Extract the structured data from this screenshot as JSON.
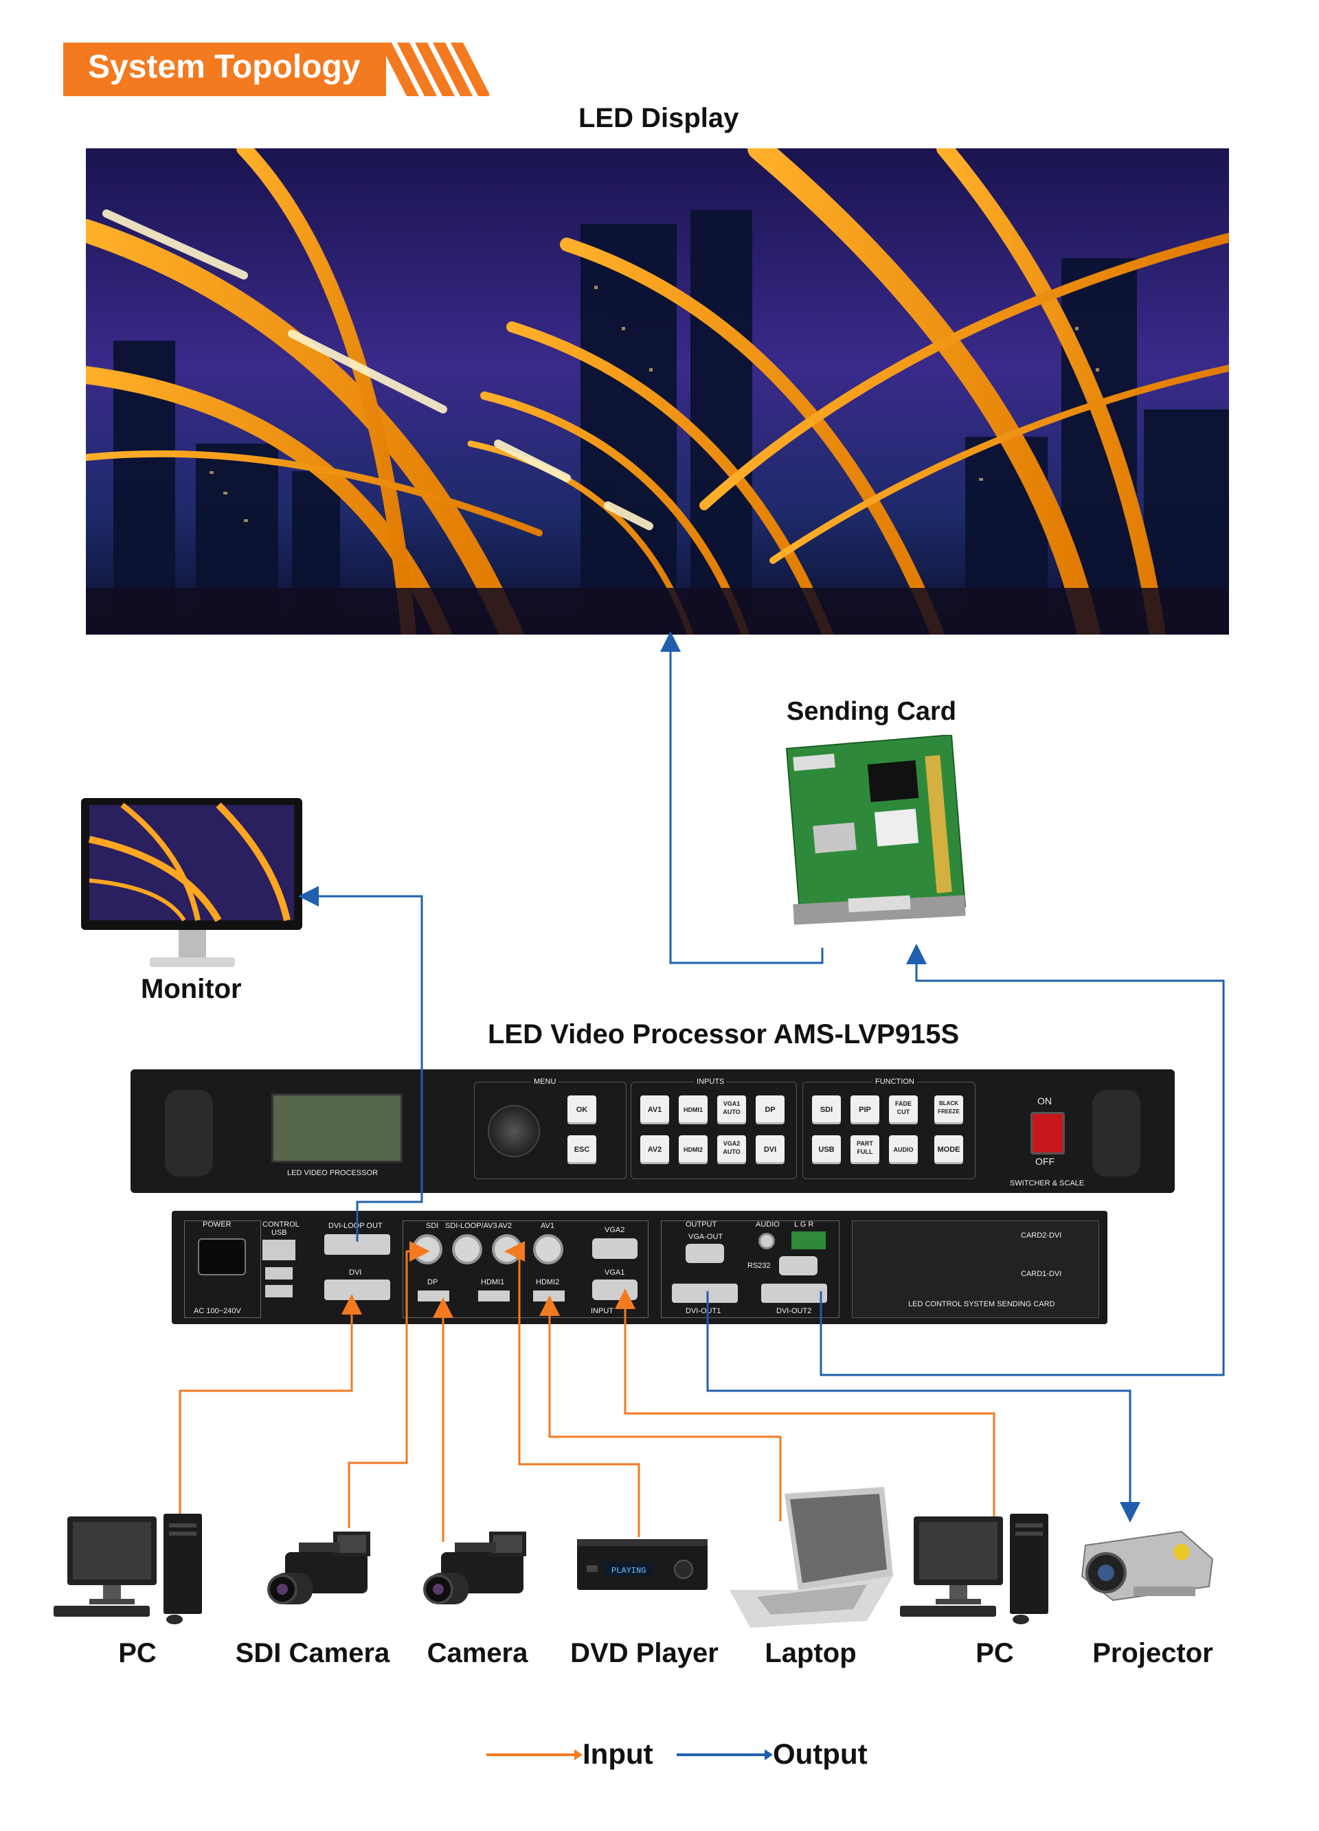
{
  "banner": {
    "title": "System Topology",
    "color": "#f47a20"
  },
  "led_display": {
    "label": "LED Display"
  },
  "sending_card": {
    "label": "Sending Card"
  },
  "monitor": {
    "label": "Monitor"
  },
  "processor": {
    "title": "LED Video Processor AMS-LVP915S",
    "front": {
      "screen_label": "LED VIDEO PROCESSOR",
      "menu_label": "MENU",
      "inputs_label": "INPUTS",
      "function_label": "FUNCTION",
      "menu_buttons": [
        "OK",
        "ESC"
      ],
      "input_buttons": [
        "AV1",
        "HDMI1",
        "VGA1 AUTO",
        "DP",
        "AV2",
        "HDMI2",
        "VGA2 AUTO",
        "DVI"
      ],
      "function_buttons": [
        "SDI",
        "PIP",
        "FADE CUT",
        "BLACK FREEZE",
        "USB",
        "PART FULL",
        "AUDIO",
        "MODE"
      ],
      "power_on": "ON",
      "power_off": "OFF",
      "switcher_label": "SWITCHER & SCALE"
    },
    "back": {
      "power": "POWER",
      "control": "CONTROL",
      "usb": "USB",
      "ac": "AC 100~240V",
      "dvi_loop_out": "DVI-LOOP OUT",
      "dvi": "DVI",
      "sdi": "SDI",
      "sdi_loop": "SDI-LOOP/AV3",
      "av2": "AV2",
      "av1": "AV1",
      "vga2": "VGA2",
      "vga1": "VGA1",
      "dp": "DP",
      "hdmi1": "HDMI1",
      "hdmi2": "HDMI2",
      "input": "INPUT",
      "output": "OUTPUT",
      "vga_out": "VGA-OUT",
      "audio": "AUDIO",
      "lgr": "L G R",
      "rs232": "RS232",
      "dvi_out1": "DVI-OUT1",
      "dvi_out2": "DVI-OUT2",
      "card2": "CARD2-DVI",
      "card1": "CARD1-DVI",
      "card_slot": "LED CONTROL SYSTEM SENDING CARD"
    }
  },
  "devices": [
    {
      "label": "PC",
      "icon": "pc-icon"
    },
    {
      "label": "SDI Camera",
      "icon": "camera-icon"
    },
    {
      "label": "Camera",
      "icon": "camera-icon"
    },
    {
      "label": "DVD Player",
      "icon": "dvd-player-icon"
    },
    {
      "label": "Laptop",
      "icon": "laptop-icon"
    },
    {
      "label": "PC",
      "icon": "pc-icon"
    },
    {
      "label": "Projector",
      "icon": "projector-icon"
    }
  ],
  "dvd_display_text": "PLAYING",
  "legend": {
    "input": "Input",
    "output": "Output",
    "input_color": "#f47a20",
    "output_color": "#1f5fae"
  }
}
